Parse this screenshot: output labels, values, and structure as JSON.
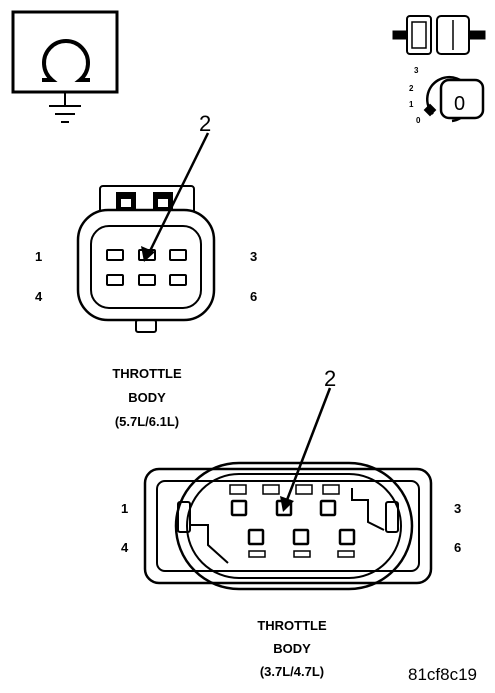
{
  "icons": {
    "ohmmeter": "ohmmeter-ground-icon",
    "disconnect": "disconnect-connector-icon",
    "ignition": "ignition-switch-icon"
  },
  "ignition_switch": {
    "positions": [
      "3",
      "2",
      "1",
      "0"
    ],
    "current": "0"
  },
  "connector_upper": {
    "callout": "2",
    "pins": {
      "p1": "1",
      "p3": "3",
      "p4": "4",
      "p6": "6"
    },
    "caption": [
      "THROTTLE",
      "BODY",
      "(5.7L/6.1L)"
    ]
  },
  "connector_lower": {
    "callout": "2",
    "pins": {
      "p1": "1",
      "p3": "3",
      "p4": "4",
      "p6": "6"
    },
    "caption": [
      "THROTTLE",
      "BODY",
      "(3.7L/4.7L)"
    ]
  },
  "figure_code": "81cf8c19",
  "colors": {
    "ink": "#000000",
    "paper": "#ffffff"
  }
}
